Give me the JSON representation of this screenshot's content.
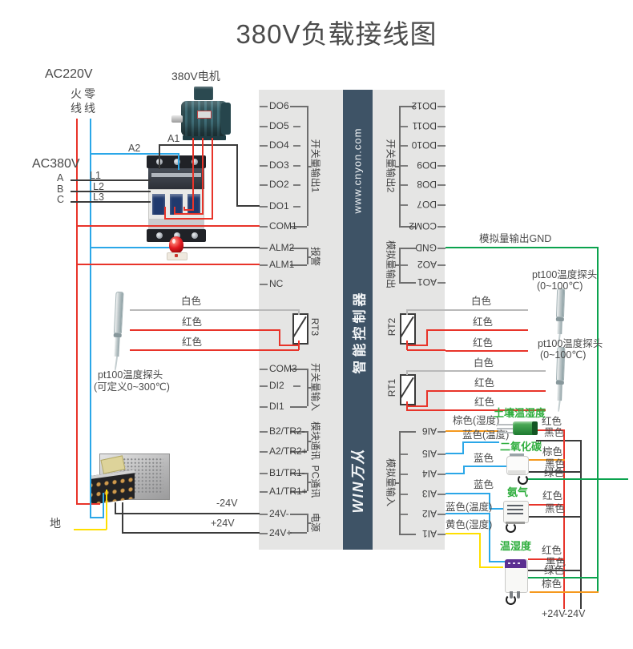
{
  "title": "380V负载接线图",
  "colors": {
    "red": "#e8342a",
    "blue": "#2ba7e8",
    "black": "#3b3b3b",
    "green": "#0ba34e",
    "yellow": "#ffdf00",
    "orange": "#f5991e",
    "gray": "#b9b9b9",
    "panel": "#e5e5e4",
    "column": "#3e5366",
    "sensor_green": "#2fae3e"
  },
  "ac220": {
    "label": "AC220V",
    "live": "火线",
    "neutral": "零线"
  },
  "ac380": {
    "label": "AC380V",
    "phases": [
      "A",
      "B",
      "C"
    ],
    "line_labels": [
      "L1",
      "L2",
      "L3"
    ]
  },
  "motor_label": "380V电机",
  "coil": {
    "a1": "A1",
    "a2": "A2"
  },
  "ground_label": "地",
  "psu_out": {
    "neg": "-24V",
    "pos": "+24V"
  },
  "rails": {
    "pos": "+24V",
    "neg": "-24V"
  },
  "gnd_note": "模拟量输出GND",
  "controller": {
    "url": "www.cnyon.com",
    "name": "智能控制器",
    "brand": "WIN万从",
    "left_terminals": [
      "DO6",
      "DO5",
      "DO4",
      "DO3",
      "DO2",
      "DO1",
      "COM1",
      "ALM2",
      "ALM1",
      "NC",
      "COM3",
      "DI2",
      "DI1",
      "B2/TR2-",
      "A2/TR2+",
      "B1/TR1-",
      "A1/TR1+",
      "24V-",
      "24V+"
    ],
    "right_terminals": [
      "DO12",
      "DO11",
      "DO10",
      "DO9",
      "DO8",
      "DO7",
      "COM2",
      "GND",
      "AO2",
      "AO1",
      "AI6",
      "AI5",
      "AI4",
      "AI3",
      "AI2",
      "AI1"
    ],
    "left_groups": [
      "开关量输出1",
      "报警",
      "开关量输入",
      "模块通讯",
      "PC通讯",
      "电源"
    ],
    "right_groups": [
      "开关量输出2",
      "模拟量输出",
      "模拟量输入"
    ],
    "rt": [
      "RT3",
      "RT2",
      "RT1"
    ]
  },
  "probe_left": {
    "name": "pt100温度探头",
    "range": "(可定义0~300℃)"
  },
  "probe_right_top": {
    "name": "pt100温度探头",
    "range": "(0~100℃)"
  },
  "probe_right_bottom": {
    "name": "pt100温度探头",
    "range": "(0~100℃)"
  },
  "wire_labels": {
    "rt3": [
      "白色",
      "红色",
      "红色"
    ],
    "rt2": [
      "白色",
      "红色",
      "红色"
    ],
    "rt1": [
      "白色",
      "红色",
      "红色"
    ],
    "soil": {
      "name": "土壤温湿度",
      "left": [
        "棕色(湿度)",
        "蓝色(温度)"
      ],
      "right": [
        "红色",
        "黑色"
      ]
    },
    "co2": {
      "name": "二氧化碳",
      "left": [
        "蓝色"
      ],
      "right": [
        "棕色",
        "黑色",
        "绿色"
      ]
    },
    "nh3": {
      "name": "氨气",
      "left": [
        "蓝色"
      ],
      "right": [
        "红色",
        "黑色"
      ]
    },
    "th": {
      "name": "温湿度",
      "left": [
        "蓝色(温度)",
        "黄色(湿度)"
      ],
      "right": [
        "红色",
        "黑色",
        "绿色",
        "棕色"
      ]
    }
  }
}
